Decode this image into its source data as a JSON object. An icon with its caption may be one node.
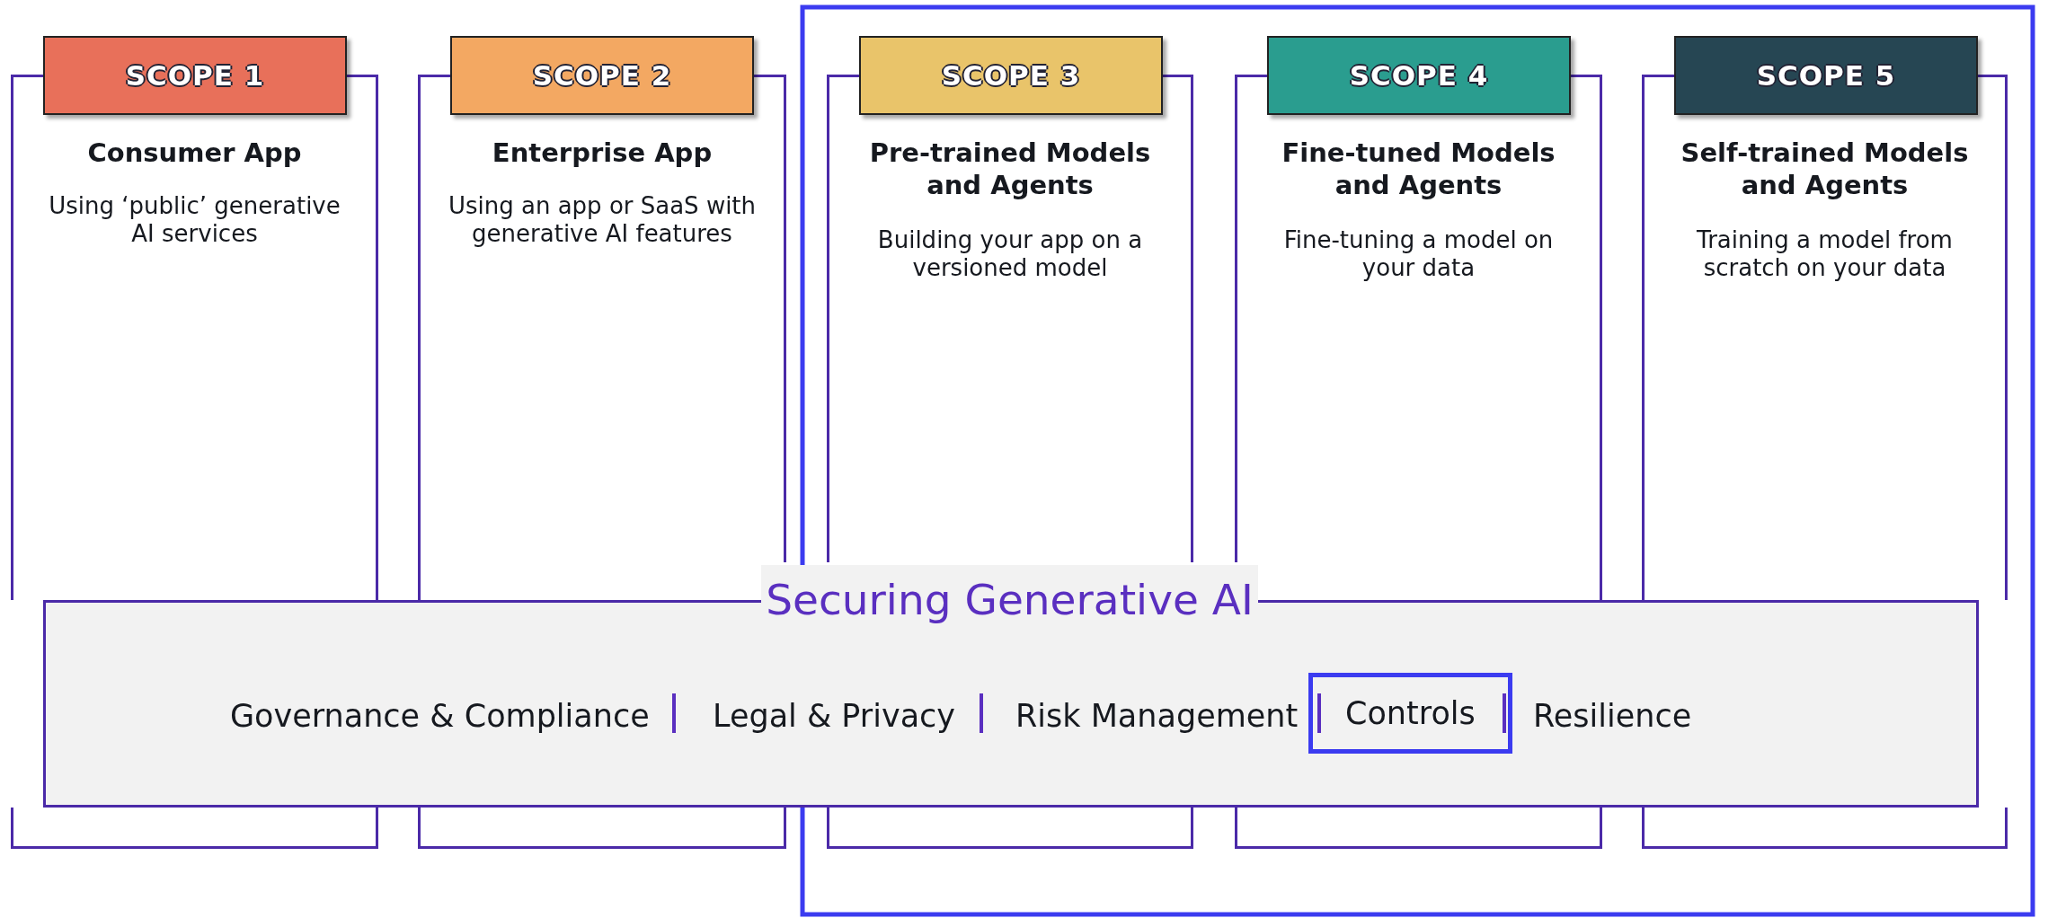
{
  "diagram": {
    "nodes": [
      {
        "text": [
          "SCOPE 1",
          "Consumer App",
          "Using ‘public’ generative AI services"
        ]
      },
      {
        "text": [
          "SCOPE 2",
          "Enterprise App",
          "Using an app or SaaS with generative AI features"
        ]
      },
      {
        "text": [
          "SCOPE 3",
          "Pre-trained Models and Agents",
          "Building your app on a versioned model"
        ]
      },
      {
        "text": [
          "SCOPE 4",
          "Fine-tuned Models and Agents",
          "Fine-tuning a model on your data"
        ]
      },
      {
        "text": [
          "SCOPE 5",
          "Self-trained Models and Agents",
          "Training a model from scratch on your data"
        ]
      },
      {
        "text": [
          "Securing Generative AI",
          "Governance & Compliance",
          "Legal & Privacy",
          "Risk Management",
          "Controls",
          "Resilience"
        ]
      }
    ],
    "edges": []
  }
}
